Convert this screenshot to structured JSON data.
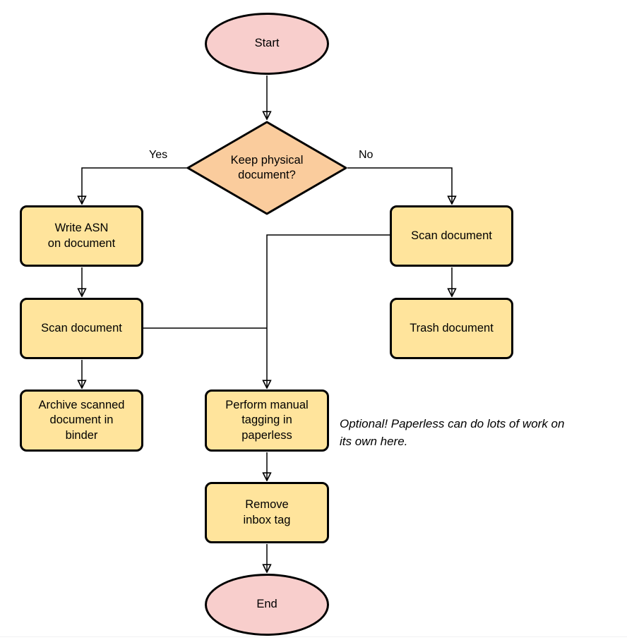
{
  "diagram_type": "flowchart",
  "colors": {
    "terminal_fill": "#F8CECC",
    "decision_fill": "#FACC9D",
    "process_fill": "#FFE49C",
    "stroke": "#000000",
    "background": "#FFFFFF"
  },
  "nodes": {
    "start": {
      "label": "Start",
      "shape": "ellipse"
    },
    "decision": {
      "label": "Keep physical\ndocument?",
      "shape": "diamond"
    },
    "write_asn": {
      "label": "Write ASN\non document",
      "shape": "rect"
    },
    "scan_left": {
      "label": "Scan document",
      "shape": "rect"
    },
    "archive": {
      "label": "Archive scanned\ndocument in\nbinder",
      "shape": "rect"
    },
    "scan_right": {
      "label": "Scan document",
      "shape": "rect"
    },
    "trash": {
      "label": "Trash document",
      "shape": "rect"
    },
    "tagging": {
      "label": "Perform manual\ntagging in\npaperless",
      "shape": "rect"
    },
    "remove_inbox": {
      "label": "Remove\ninbox tag",
      "shape": "rect"
    },
    "end": {
      "label": "End",
      "shape": "ellipse"
    }
  },
  "edge_labels": {
    "yes": "Yes",
    "no": "No"
  },
  "annotation": {
    "text": "Optional! Paperless can do lots of work on\nits own here."
  }
}
